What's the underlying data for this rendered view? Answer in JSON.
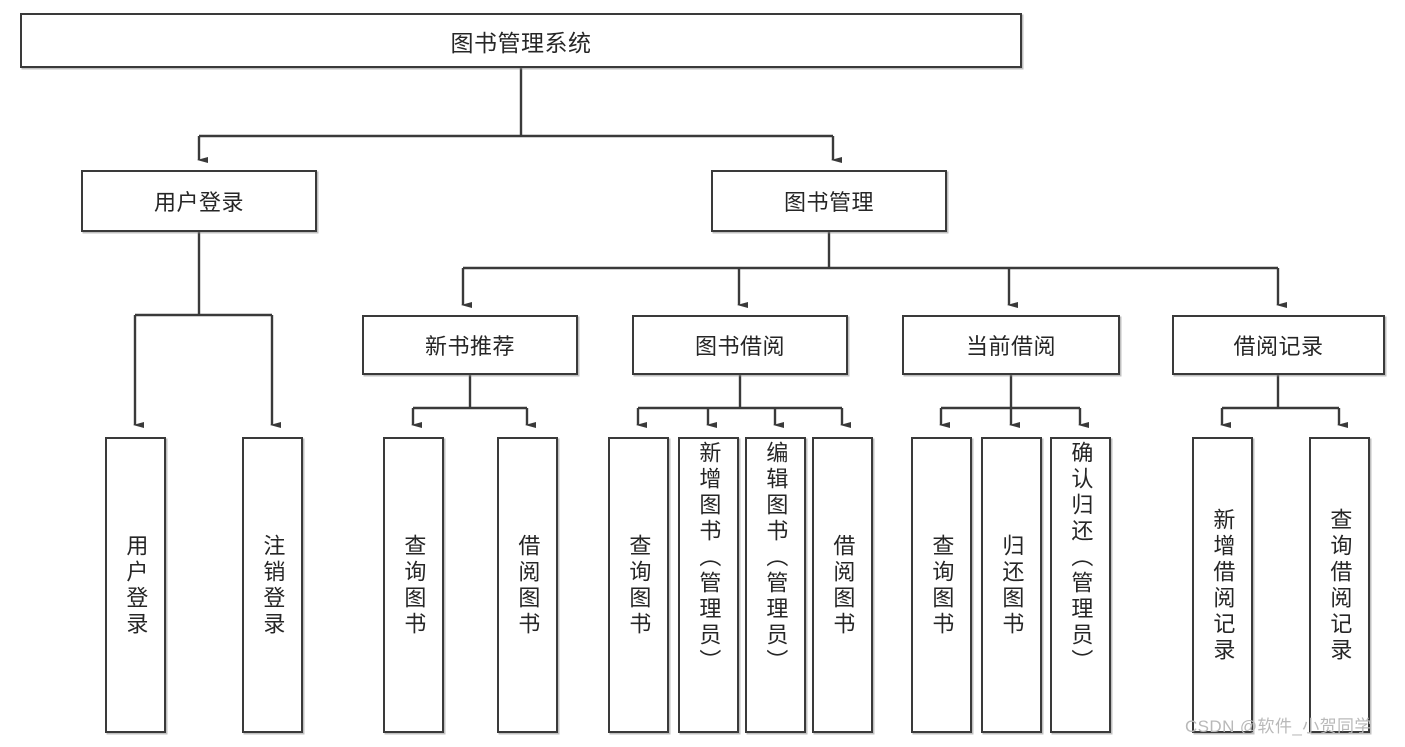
{
  "diagram": {
    "title": "图书管理系统",
    "type": "hierarchy-tree",
    "root": {
      "label": "图书管理系统"
    },
    "tier2": [
      {
        "label": "用户登录"
      },
      {
        "label": "图书管理"
      }
    ],
    "tier3": [
      {
        "label": "新书推荐"
      },
      {
        "label": "图书借阅"
      },
      {
        "label": "当前借阅"
      },
      {
        "label": "借阅记录"
      }
    ],
    "leaves": {
      "user_login": [
        {
          "label": "用户登录"
        },
        {
          "label": "注销登录"
        }
      ],
      "new_book": [
        {
          "label": "查询图书"
        },
        {
          "label": "借阅图书"
        }
      ],
      "book_borrow": [
        {
          "label": "查询图书"
        },
        {
          "label": "新增图书（管理员）"
        },
        {
          "label": "编辑图书（管理员）"
        },
        {
          "label": "借阅图书"
        }
      ],
      "current_borrow": [
        {
          "label": "查询图书"
        },
        {
          "label": "归还图书"
        },
        {
          "label": "确认归还（管理员）"
        }
      ],
      "borrow_record": [
        {
          "label": "新增借阅记录"
        },
        {
          "label": "查询借阅记录"
        }
      ]
    }
  },
  "watermark": {
    "text": "CSDN @软件_小贺同学"
  },
  "colors": {
    "border": "#3a3a3a",
    "text": "#262626",
    "background": "#ffffff",
    "watermark": "#b9b9b9"
  }
}
